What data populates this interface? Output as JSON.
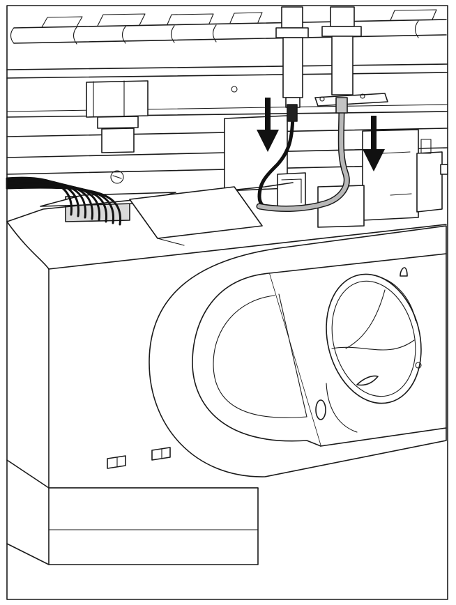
{
  "figure": {
    "kind": "technical-line-drawing",
    "subject": "appliance-control-panel-with-thermocouple-and-igniter-leads",
    "line_color": "#1a1a1a",
    "wire_dark_color": "#111111",
    "wire_gray_color": "#b8b8b8",
    "arrow_color": "#111111",
    "wire_bundle_count": 8,
    "callout_arrows": 2
  }
}
